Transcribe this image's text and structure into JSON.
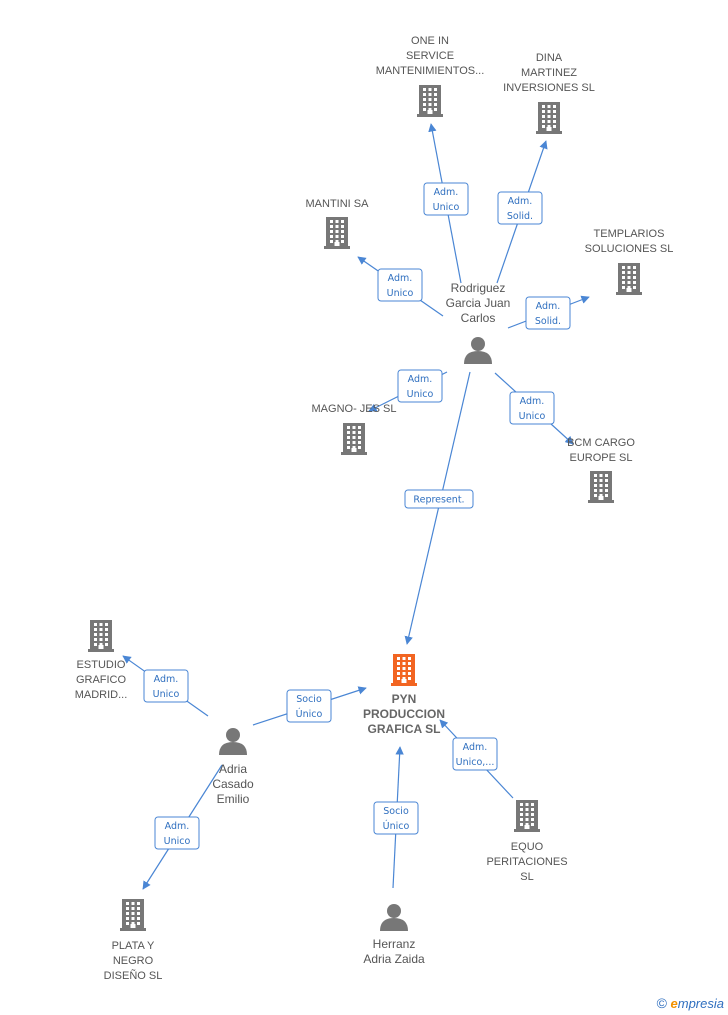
{
  "colors": {
    "accent": "#4a86d4",
    "building": "#777777",
    "main_building": "#f26522",
    "person": "#777777"
  },
  "companies": [
    {
      "id": "one_in",
      "lines": [
        "ONE IN",
        "SERVICE",
        "MANTENIMIENTOS..."
      ],
      "icon": "building-icon"
    },
    {
      "id": "dina",
      "lines": [
        "DINA",
        "MARTINEZ",
        "INVERSIONES SL"
      ],
      "icon": "building-icon"
    },
    {
      "id": "mantini",
      "lines": [
        "MANTINI SA"
      ],
      "icon": "building-icon"
    },
    {
      "id": "templarios",
      "lines": [
        "TEMPLARIOS",
        "SOLUCIONES SL"
      ],
      "icon": "building-icon"
    },
    {
      "id": "magno",
      "lines": [
        "MAGNO- JES  SL"
      ],
      "icon": "building-icon"
    },
    {
      "id": "bcm",
      "lines": [
        "BCM CARGO",
        "EUROPE  SL"
      ],
      "icon": "building-icon"
    },
    {
      "id": "pyn",
      "lines": [
        "PYN",
        "PRODUCCION",
        "GRAFICA SL"
      ],
      "icon": "building-icon",
      "main": true
    },
    {
      "id": "estudio",
      "lines": [
        "ESTUDIO",
        "GRAFICO",
        "MADRID..."
      ],
      "icon": "building-icon"
    },
    {
      "id": "equo",
      "lines": [
        "EQUO",
        "PERITACIONES",
        "SL"
      ],
      "icon": "building-icon"
    },
    {
      "id": "plata",
      "lines": [
        "PLATA Y",
        "NEGRO",
        "DISEÑO SL"
      ],
      "icon": "building-icon"
    }
  ],
  "persons": [
    {
      "id": "rodriguez",
      "lines": [
        "Rodriguez",
        "Garcia Juan",
        "Carlos"
      ],
      "icon": "person-icon"
    },
    {
      "id": "adria",
      "lines": [
        "Adria",
        "Casado",
        "Emilio"
      ],
      "icon": "person-icon"
    },
    {
      "id": "herranz",
      "lines": [
        "Herranz",
        "Adria Zaida"
      ],
      "icon": "person-icon"
    }
  ],
  "edges": [
    {
      "from": "rodriguez",
      "to": "one_in",
      "label": [
        "Adm.",
        "Unico"
      ]
    },
    {
      "from": "rodriguez",
      "to": "dina",
      "label": [
        "Adm.",
        "Solid."
      ]
    },
    {
      "from": "rodriguez",
      "to": "mantini",
      "label": [
        "Adm.",
        "Unico"
      ]
    },
    {
      "from": "rodriguez",
      "to": "templarios",
      "label": [
        "Adm.",
        "Solid."
      ]
    },
    {
      "from": "rodriguez",
      "to": "magno",
      "label": [
        "Adm.",
        "Unico"
      ]
    },
    {
      "from": "rodriguez",
      "to": "bcm",
      "label": [
        "Adm.",
        "Unico"
      ]
    },
    {
      "from": "rodriguez",
      "to": "pyn",
      "label": [
        "Represent."
      ]
    },
    {
      "from": "adria",
      "to": "estudio",
      "label": [
        "Adm.",
        "Unico"
      ]
    },
    {
      "from": "adria",
      "to": "pyn",
      "label": [
        "Socio",
        "Único"
      ]
    },
    {
      "from": "adria",
      "to": "plata",
      "label": [
        "Adm.",
        "Unico"
      ]
    },
    {
      "from": "equo",
      "to": "pyn",
      "label": [
        "Adm.",
        "Unico,..."
      ]
    },
    {
      "from": "herranz",
      "to": "pyn",
      "label": [
        "Socio",
        "Único"
      ]
    }
  ],
  "footer": {
    "copyright": "©",
    "brand_e": "e",
    "brand_rest": "mpresia"
  }
}
